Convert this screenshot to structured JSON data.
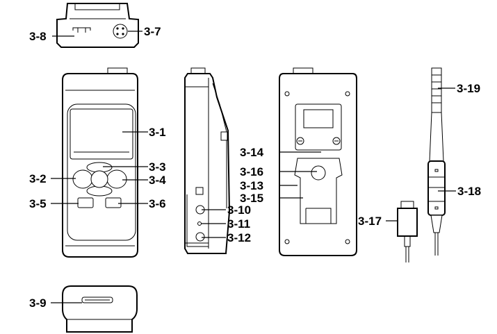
{
  "labels": {
    "l3_1": "3-1",
    "l3_2": "3-2",
    "l3_3": "3-3",
    "l3_4": "3-4",
    "l3_5": "3-5",
    "l3_6": "3-6",
    "l3_7": "3-7",
    "l3_8": "3-8",
    "l3_9": "3-9",
    "l3_10": "3-10",
    "l3_11": "3-11",
    "l3_12": "3-12",
    "l3_13": "3-13",
    "l3_14": "3-14",
    "l3_15": "3-15",
    "l3_16": "3-16",
    "l3_17": "3-17",
    "l3_18": "3-18",
    "l3_19": "3-19"
  }
}
